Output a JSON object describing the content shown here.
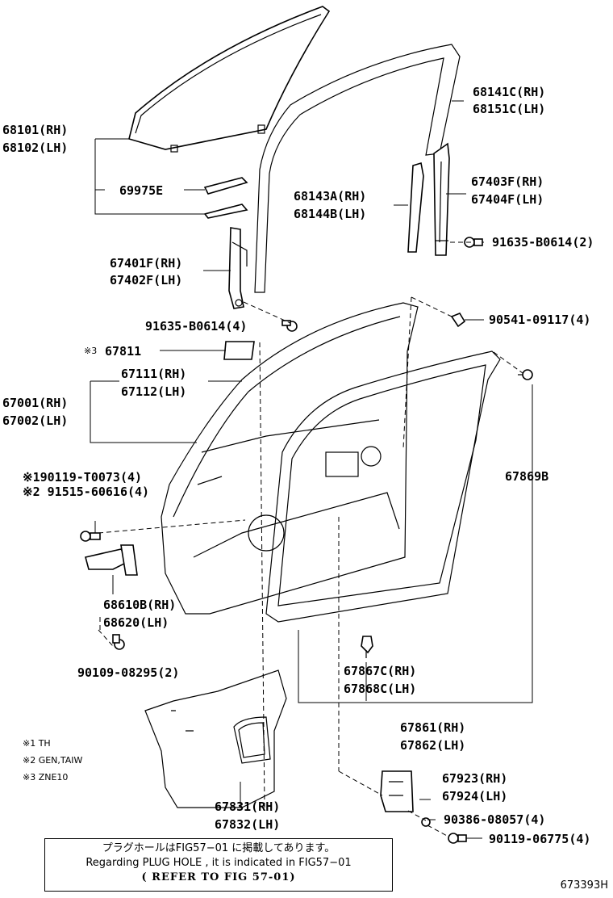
{
  "labels": {
    "p68101": "68101(RH)",
    "p68102": "68102(LH)",
    "p69975E": "69975E",
    "p67401F": "67401F(RH)",
    "p67402F": "67402F(LH)",
    "p91635_a": "91635-B0614(4)",
    "p67811_mark": "※3",
    "p67811": "67811",
    "p67111": "67111(RH)",
    "p67112": "67112(LH)",
    "p67001": "67001(RH)",
    "p67002": "67002(LH)",
    "p90119_t": "※190119-T0073(4)",
    "p91515": "※2 91515-60616(4)",
    "p68610B": "68610B(RH)",
    "p68620": "68620(LH)",
    "p90109": "90109-08295(2)",
    "p68141C": "68141C(RH)",
    "p68151C": "68151C(LH)",
    "p68143A": "68143A(RH)",
    "p68144B": "68144B(LH)",
    "p67403F": "67403F(RH)",
    "p67404F": "67404F(LH)",
    "p91635_b": "91635-B0614(2)",
    "p90541": "90541-09117(4)",
    "p67869B": "67869B",
    "p67867C": "67867C(RH)",
    "p67868C": "67868C(LH)",
    "p67861": "67861(RH)",
    "p67862": "67862(LH)",
    "p67923": "67923(RH)",
    "p67924": "67924(LH)",
    "p90386": "90386-08057(4)",
    "p90119_b": "90119-06775(4)",
    "p67831": "67831(RH)",
    "p67832": "67832(LH)"
  },
  "legend": {
    "n1": "※1  TH",
    "n2": "※2  GEN,TAIW",
    "n3": "※3  ZNE10"
  },
  "note": {
    "line1": "プラグホールはFIG57−01 に掲載してあります。",
    "line2": "Regarding  PLUG HOLE , it is indicated in FIG57−01",
    "line3": "( REFER TO FIG 57-01)"
  },
  "figure_code": "673393H"
}
